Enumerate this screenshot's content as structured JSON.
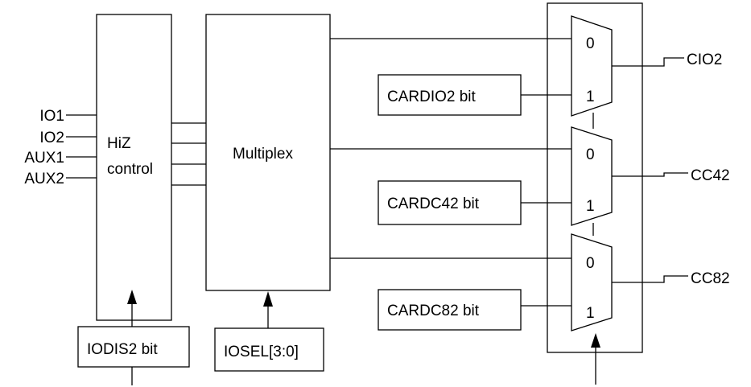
{
  "blocks": {
    "hiz_line1": "HiZ",
    "hiz_line2": "control",
    "multiplex": "Multiplex",
    "cardio2": "CARDIO2 bit",
    "cardc42": "CARDC42 bit",
    "cardc82": "CARDC82 bit",
    "iodis2": "IODIS2 bit",
    "iosel": "IOSEL[3:0]"
  },
  "inputs": [
    "IO1",
    "IO2",
    "AUX1",
    "AUX2"
  ],
  "outputs": [
    "CIO2",
    "CC42",
    "CC82"
  ],
  "mux_inputs": [
    "0",
    "1"
  ]
}
